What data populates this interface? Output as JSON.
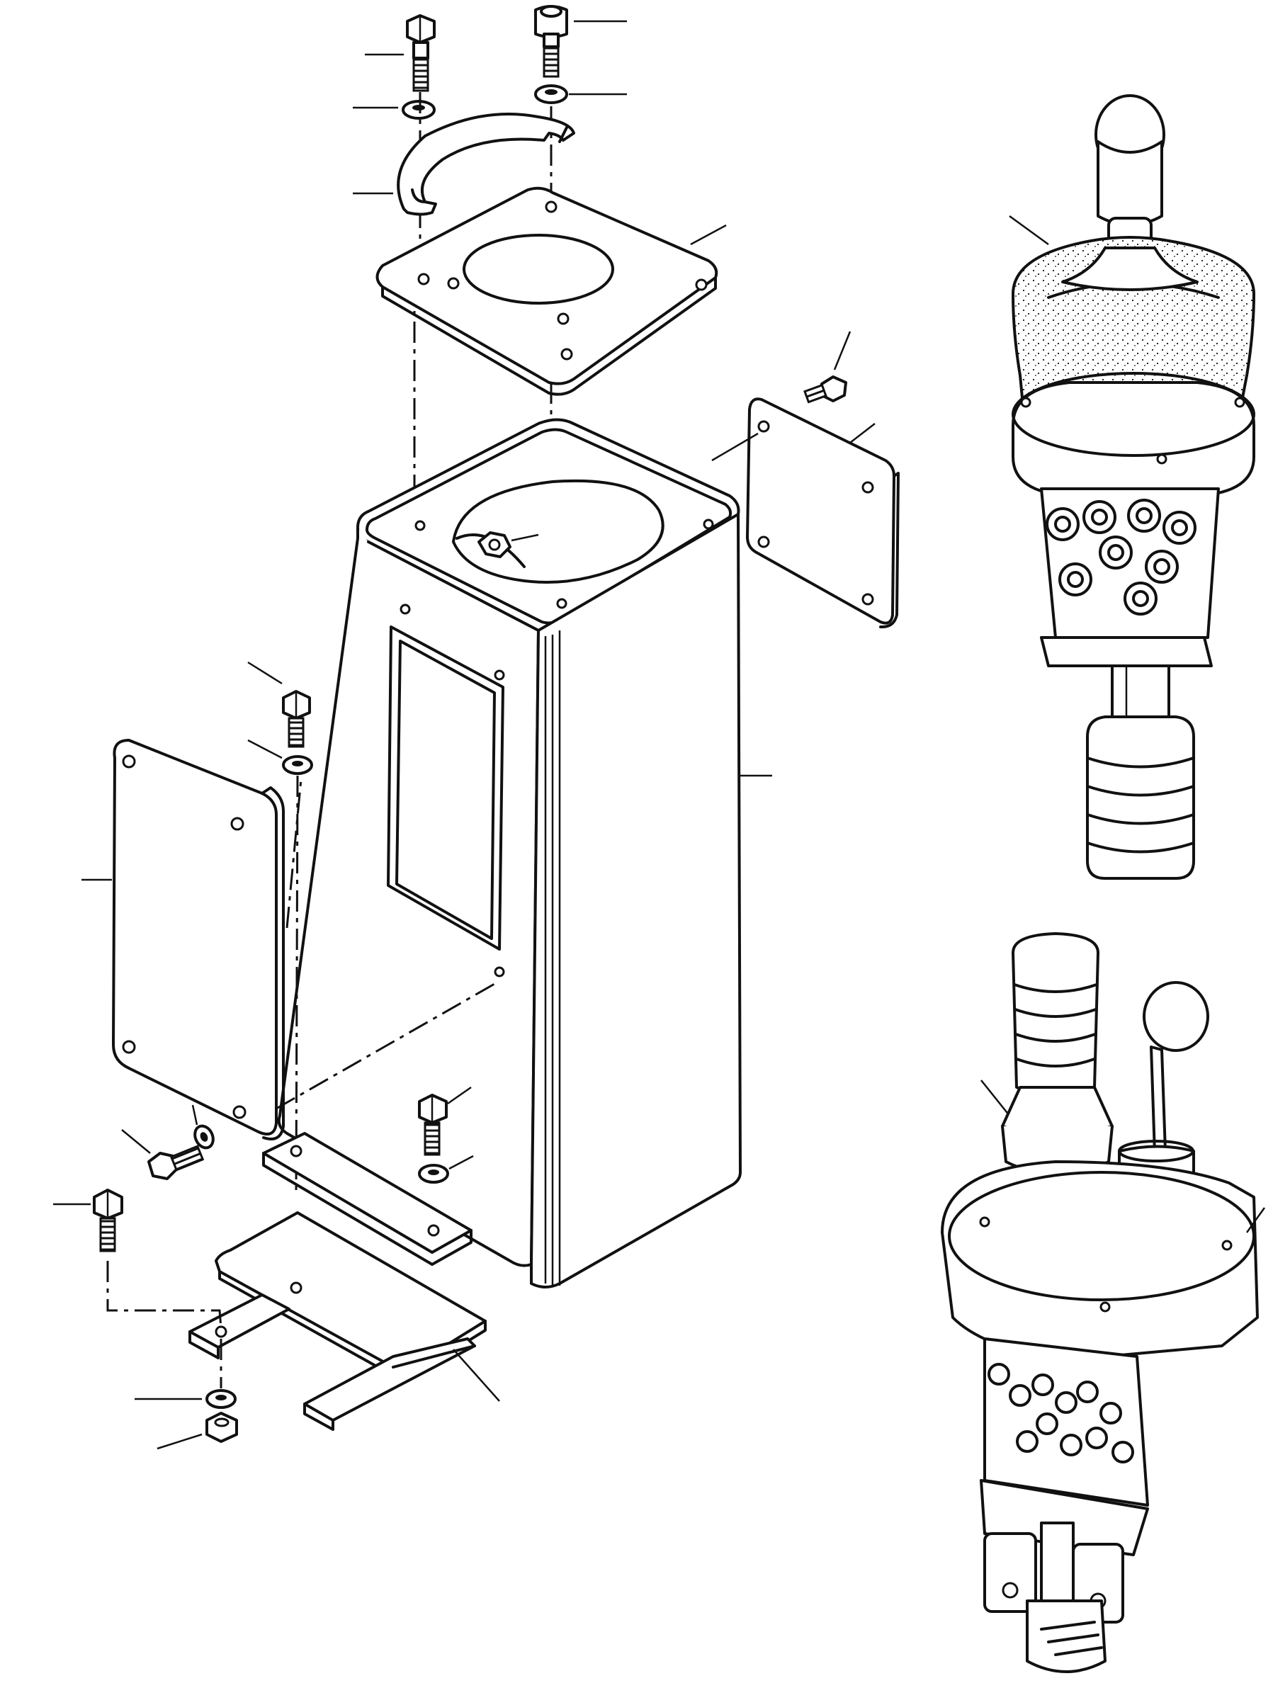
{
  "colors": {
    "line": "#111111",
    "background": "#ffffff"
  },
  "parts": [
    {
      "id": "socket-head-screw",
      "label": ""
    },
    {
      "id": "hex-bolt-top",
      "label": ""
    },
    {
      "id": "washer-top-left",
      "label": ""
    },
    {
      "id": "washer-top-right",
      "label": ""
    },
    {
      "id": "retaining-ring",
      "label": ""
    },
    {
      "id": "top-plate",
      "label": ""
    },
    {
      "id": "control-box-housing",
      "label": ""
    },
    {
      "id": "side-cover-plate",
      "label": ""
    },
    {
      "id": "lock-nut-inner",
      "label": ""
    },
    {
      "id": "front-cover-plate",
      "label": ""
    },
    {
      "id": "mounting-bracket",
      "label": ""
    },
    {
      "id": "pilot-valve-joystick",
      "label": ""
    },
    {
      "id": "dual-lever-control-valve",
      "label": ""
    }
  ]
}
